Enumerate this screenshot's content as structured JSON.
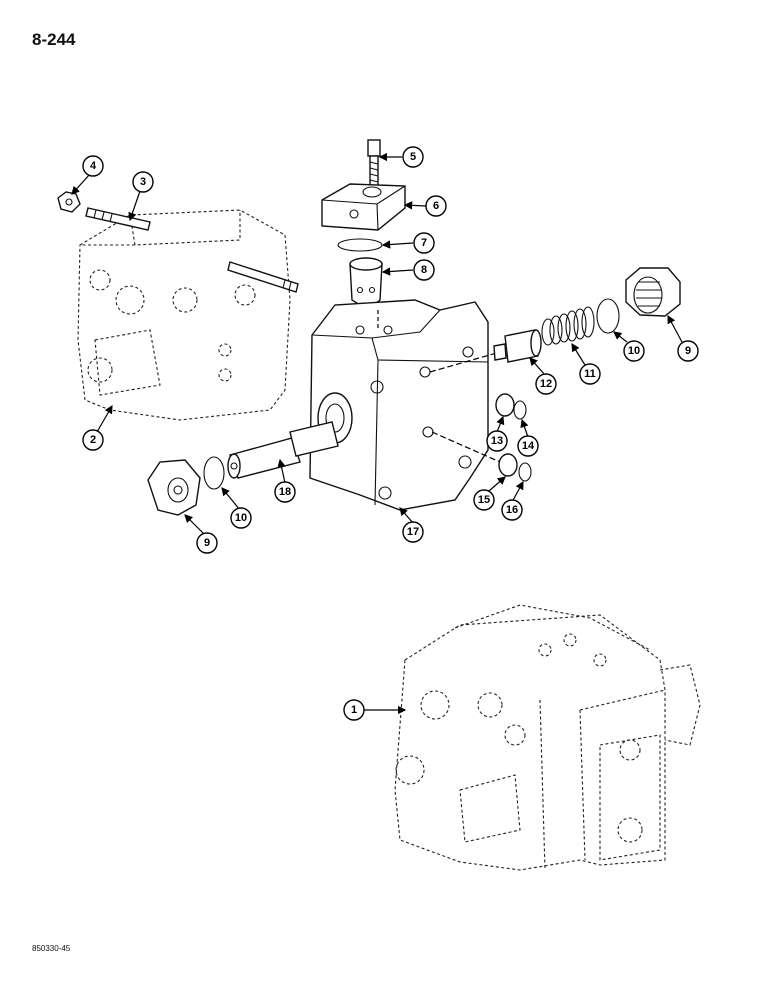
{
  "page": {
    "number": "8-244",
    "code": "850330-45"
  },
  "callouts": {
    "c1": "1",
    "c2": "2",
    "c3": "3",
    "c4": "4",
    "c5": "5",
    "c6": "6",
    "c7": "7",
    "c8": "8",
    "c9a": "9",
    "c9b": "9",
    "c10a": "10",
    "c10b": "10",
    "c11": "11",
    "c12": "12",
    "c13": "13",
    "c14": "14",
    "c15": "15",
    "c16": "16",
    "c17": "17",
    "c18": "18"
  }
}
